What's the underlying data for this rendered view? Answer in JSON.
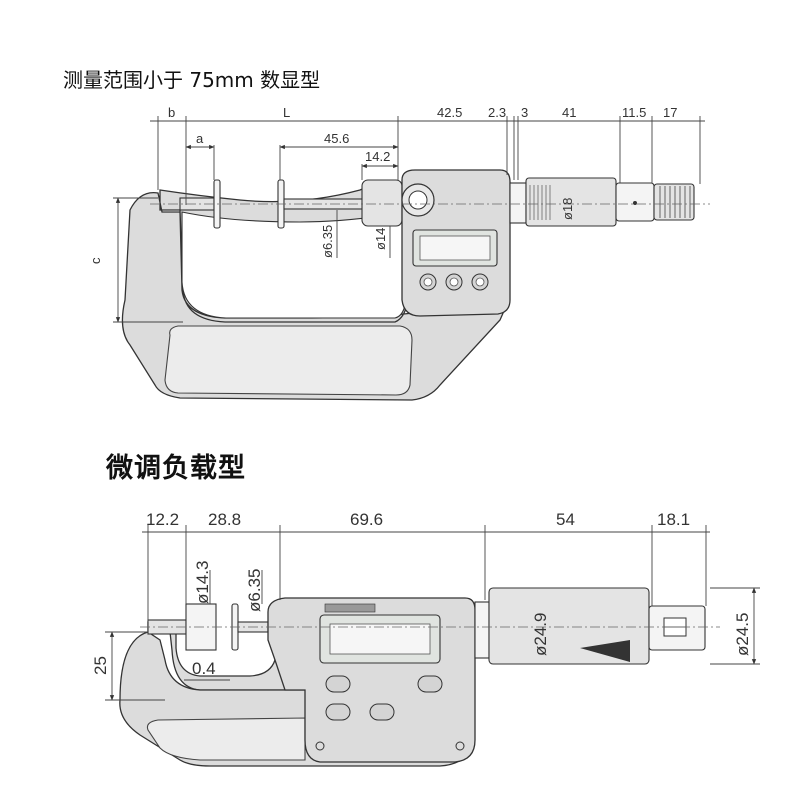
{
  "titles": {
    "top": "测量范围小于 75mm 数显型",
    "bottom": "微调负载型"
  },
  "top_view": {
    "dimensions": {
      "b": "b",
      "L": "L",
      "a": "a",
      "d45_6": "45.6",
      "d14_2": "14.2",
      "d42_5": "42.5",
      "d2_3": "2.3",
      "d3": "3",
      "d41": "41",
      "d11_5": "11.5",
      "d17": "17",
      "c": "c",
      "dia6_35": "ø6.35",
      "dia14": "ø14",
      "dia18": "ø18"
    }
  },
  "bottom_view": {
    "dimensions": {
      "d12_2": "12.2",
      "d28_8": "28.8",
      "d69_6": "69.6",
      "d54": "54",
      "d18_1": "18.1",
      "dia14_3": "ø14.3",
      "dia6_35": "ø6.35",
      "d25": "25",
      "d0_4": "0.4",
      "dia24_9": "ø24.9",
      "dia24_5": "ø24.5"
    }
  },
  "colors": {
    "body": "#dcdcdc",
    "outline": "#333333",
    "display": "#e0e4e0"
  }
}
